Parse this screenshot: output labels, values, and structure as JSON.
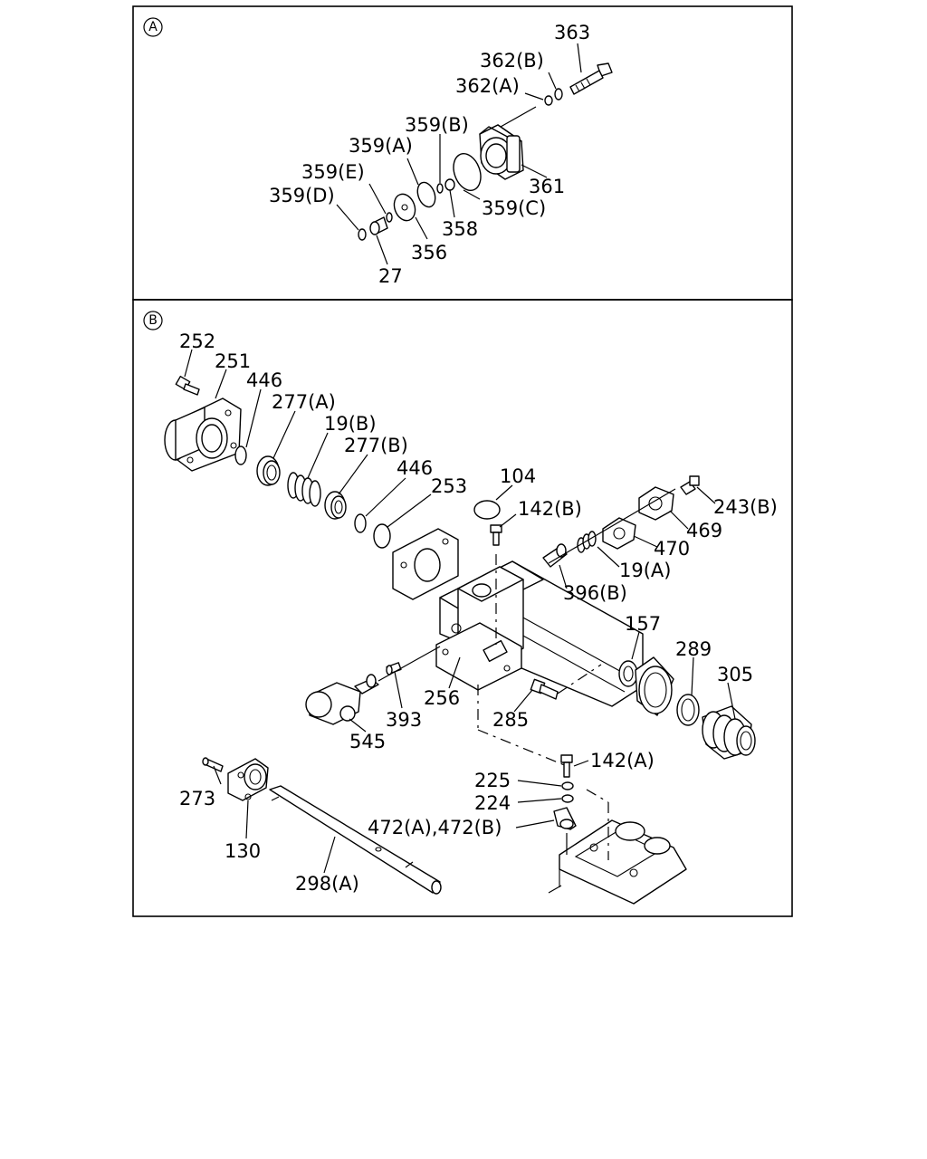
{
  "sections": [
    {
      "id": "A",
      "marker": "A"
    },
    {
      "id": "B",
      "marker": "B"
    }
  ],
  "labels": [
    {
      "id": "l363",
      "text": "363"
    },
    {
      "id": "l362b",
      "text": "362(B)"
    },
    {
      "id": "l362a",
      "text": "362(A)"
    },
    {
      "id": "l359b",
      "text": "359(B)"
    },
    {
      "id": "l359a",
      "text": "359(A)"
    },
    {
      "id": "l359e",
      "text": "359(E)"
    },
    {
      "id": "l359d",
      "text": "359(D)"
    },
    {
      "id": "l361",
      "text": "361"
    },
    {
      "id": "l359c",
      "text": "359(C)"
    },
    {
      "id": "l358",
      "text": "358"
    },
    {
      "id": "l356",
      "text": "356"
    },
    {
      "id": "l27",
      "text": "27"
    },
    {
      "id": "l252",
      "text": "252"
    },
    {
      "id": "l251",
      "text": "251"
    },
    {
      "id": "l446a",
      "text": "446"
    },
    {
      "id": "l277a",
      "text": "277(A)"
    },
    {
      "id": "l19b",
      "text": "19(B)"
    },
    {
      "id": "l277b",
      "text": "277(B)"
    },
    {
      "id": "l446b",
      "text": "446"
    },
    {
      "id": "l253",
      "text": "253"
    },
    {
      "id": "l104",
      "text": "104"
    },
    {
      "id": "l142b",
      "text": "142(B)"
    },
    {
      "id": "l243b",
      "text": "243(B)"
    },
    {
      "id": "l469",
      "text": "469"
    },
    {
      "id": "l470",
      "text": "470"
    },
    {
      "id": "l19a",
      "text": "19(A)"
    },
    {
      "id": "l396b",
      "text": "396(B)"
    },
    {
      "id": "l157",
      "text": "157"
    },
    {
      "id": "l289",
      "text": "289"
    },
    {
      "id": "l305",
      "text": "305"
    },
    {
      "id": "l256",
      "text": "256"
    },
    {
      "id": "l393",
      "text": "393"
    },
    {
      "id": "l285",
      "text": "285"
    },
    {
      "id": "l545",
      "text": "545"
    },
    {
      "id": "l142a",
      "text": "142(A)"
    },
    {
      "id": "l225",
      "text": "225"
    },
    {
      "id": "l224",
      "text": "224"
    },
    {
      "id": "l472",
      "text": "472(A),472(B)"
    },
    {
      "id": "l273",
      "text": "273"
    },
    {
      "id": "l130",
      "text": "130"
    },
    {
      "id": "l298a",
      "text": "298(A)"
    }
  ]
}
